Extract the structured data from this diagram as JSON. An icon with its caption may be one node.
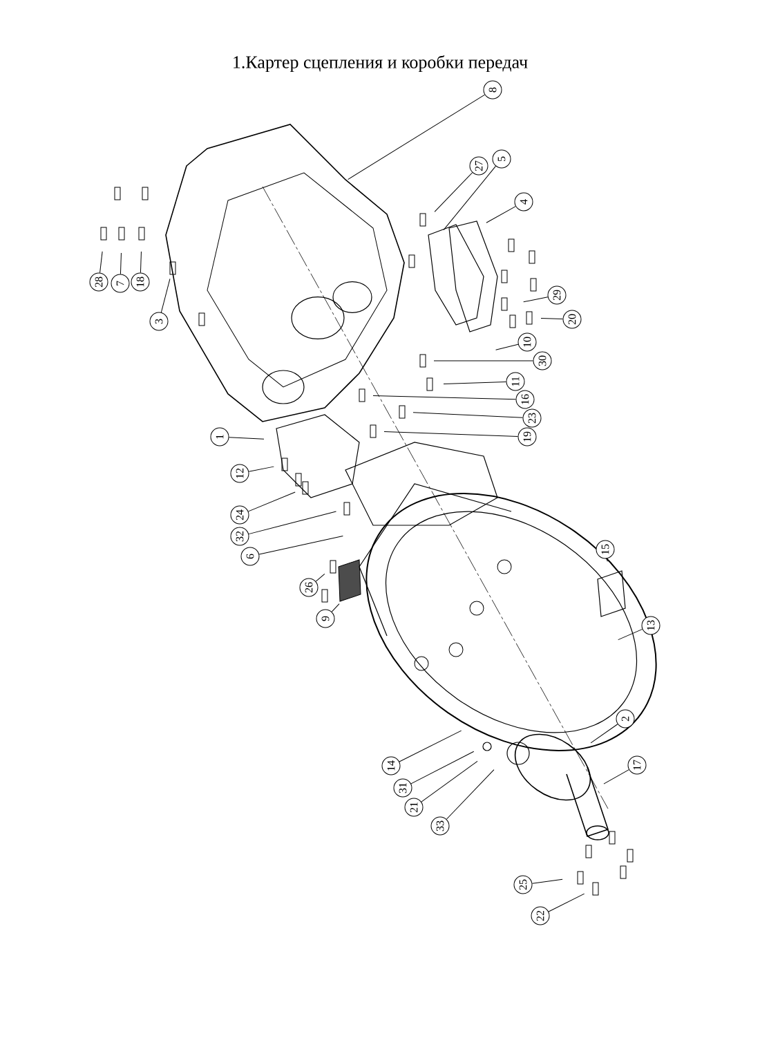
{
  "diagram": {
    "title": "1.Картер сцепления и коробки передач",
    "nodes": [
      {
        "text": [
          "8"
        ]
      },
      {
        "text": [
          "5"
        ]
      },
      {
        "text": [
          "27"
        ]
      },
      {
        "text": [
          "4"
        ]
      },
      {
        "text": [
          "28"
        ]
      },
      {
        "text": [
          "18"
        ]
      },
      {
        "text": [
          "7"
        ]
      },
      {
        "text": [
          "29"
        ]
      },
      {
        "text": [
          "20"
        ]
      },
      {
        "text": [
          "3"
        ]
      },
      {
        "text": [
          "10"
        ]
      },
      {
        "text": [
          "30"
        ]
      },
      {
        "text": [
          "11"
        ]
      },
      {
        "text": [
          "16"
        ]
      },
      {
        "text": [
          "23"
        ]
      },
      {
        "text": [
          "19"
        ]
      },
      {
        "text": [
          "1"
        ]
      },
      {
        "text": [
          "12"
        ]
      },
      {
        "text": [
          "24"
        ]
      },
      {
        "text": [
          "32"
        ]
      },
      {
        "text": [
          "15"
        ]
      },
      {
        "text": [
          "6"
        ]
      },
      {
        "text": [
          "26"
        ]
      },
      {
        "text": [
          "9"
        ]
      },
      {
        "text": [
          "13"
        ]
      },
      {
        "text": [
          "2"
        ]
      },
      {
        "text": [
          "17"
        ]
      },
      {
        "text": [
          "14"
        ]
      },
      {
        "text": [
          "31"
        ]
      },
      {
        "text": [
          "21"
        ]
      },
      {
        "text": [
          "33"
        ]
      },
      {
        "text": [
          "25"
        ]
      },
      {
        "text": [
          "22"
        ]
      }
    ],
    "edges": [
      {
        "from": 0,
        "to": null,
        "arrow": "none"
      },
      {
        "from": 1,
        "to": null,
        "arrow": "none"
      },
      {
        "from": 2,
        "to": null,
        "arrow": "none"
      },
      {
        "from": 3,
        "to": null,
        "arrow": "none"
      },
      {
        "from": 4,
        "to": null,
        "arrow": "none"
      },
      {
        "from": 5,
        "to": null,
        "arrow": "none"
      },
      {
        "from": 6,
        "to": null,
        "arrow": "none"
      },
      {
        "from": 7,
        "to": null,
        "arrow": "none"
      },
      {
        "from": 8,
        "to": null,
        "arrow": "none"
      },
      {
        "from": 9,
        "to": null,
        "arrow": "none"
      },
      {
        "from": 10,
        "to": null,
        "arrow": "none"
      },
      {
        "from": 11,
        "to": null,
        "arrow": "none"
      },
      {
        "from": 12,
        "to": null,
        "arrow": "none"
      },
      {
        "from": 13,
        "to": null,
        "arrow": "none"
      },
      {
        "from": 14,
        "to": null,
        "arrow": "none"
      },
      {
        "from": 15,
        "to": null,
        "arrow": "none"
      },
      {
        "from": 16,
        "to": null,
        "arrow": "none"
      },
      {
        "from": 17,
        "to": null,
        "arrow": "none"
      },
      {
        "from": 18,
        "to": null,
        "arrow": "none"
      },
      {
        "from": 19,
        "to": null,
        "arrow": "none"
      },
      {
        "from": 20,
        "to": null,
        "arrow": "none"
      },
      {
        "from": 21,
        "to": null,
        "arrow": "none"
      },
      {
        "from": 22,
        "to": null,
        "arrow": "none"
      },
      {
        "from": 23,
        "to": null,
        "arrow": "none"
      },
      {
        "from": 24,
        "to": null,
        "arrow": "none"
      },
      {
        "from": 25,
        "to": null,
        "arrow": "none"
      },
      {
        "from": 26,
        "to": null,
        "arrow": "none"
      },
      {
        "from": 27,
        "to": null,
        "arrow": "none"
      },
      {
        "from": 28,
        "to": null,
        "arrow": "none"
      },
      {
        "from": 29,
        "to": null,
        "arrow": "none"
      },
      {
        "from": 30,
        "to": null,
        "arrow": "none"
      },
      {
        "from": 31,
        "to": null,
        "arrow": "none"
      },
      {
        "from": 32,
        "to": null,
        "arrow": "none"
      }
    ]
  }
}
